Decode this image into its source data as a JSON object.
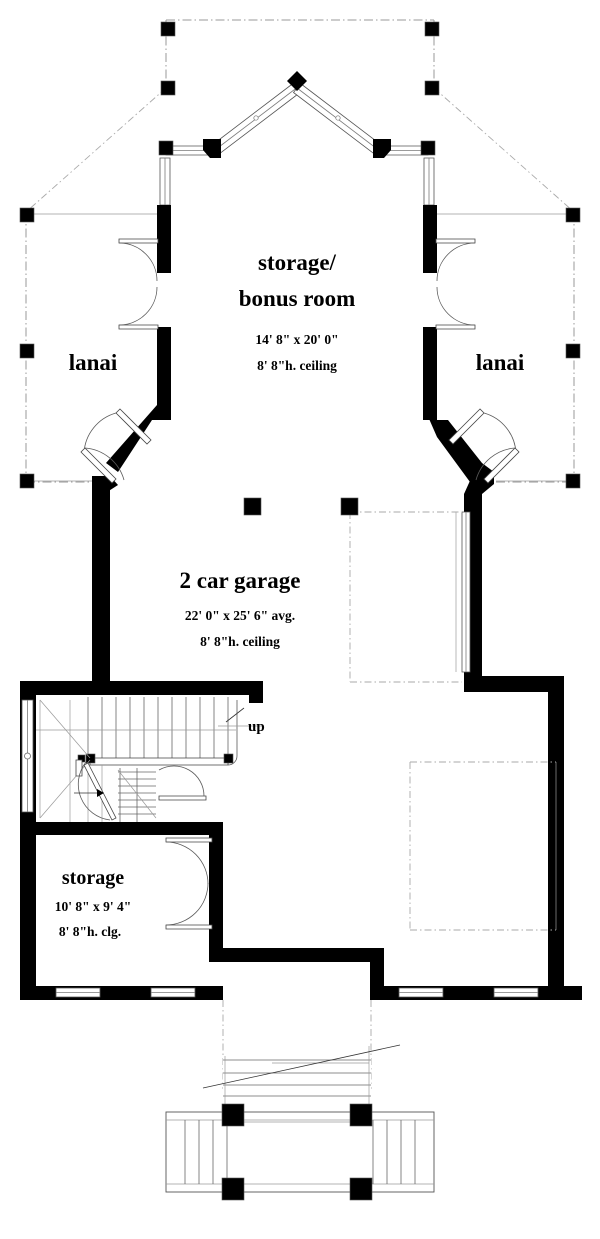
{
  "document": {
    "type": "architectural-floor-plan",
    "level_name": "lower level floor plan",
    "background_color": "#ffffff",
    "line_color": "#000000"
  },
  "rooms": [
    {
      "id": "storage-bonus",
      "name_line1": "storage/",
      "name_line2": "bonus room",
      "dimensions": "14' 8\" x 20' 0\"",
      "ceiling": "8' 8\"h. ceiling"
    },
    {
      "id": "lanai-left",
      "name": "lanai",
      "dimensions": "",
      "ceiling": ""
    },
    {
      "id": "lanai-right",
      "name": "lanai",
      "dimensions": "",
      "ceiling": ""
    },
    {
      "id": "garage",
      "name": "2 car garage",
      "dimensions": "22' 0\" x 25' 6\" avg.",
      "ceiling": "8' 8\"h. ceiling"
    },
    {
      "id": "storage",
      "name": "storage",
      "dimensions": "10' 8\" x 9' 4\"",
      "ceiling": "8' 8\"h. clg."
    }
  ],
  "annotations": [
    {
      "id": "stair-direction",
      "text": "up"
    }
  ],
  "features": {
    "staircase": "switchback-stair-with-landing",
    "entry_deck": "front-porch-with-railing",
    "exterior_columns": "square-black-posts",
    "doors": "hinged-swing-doors",
    "windows": "double-hung-windows"
  }
}
